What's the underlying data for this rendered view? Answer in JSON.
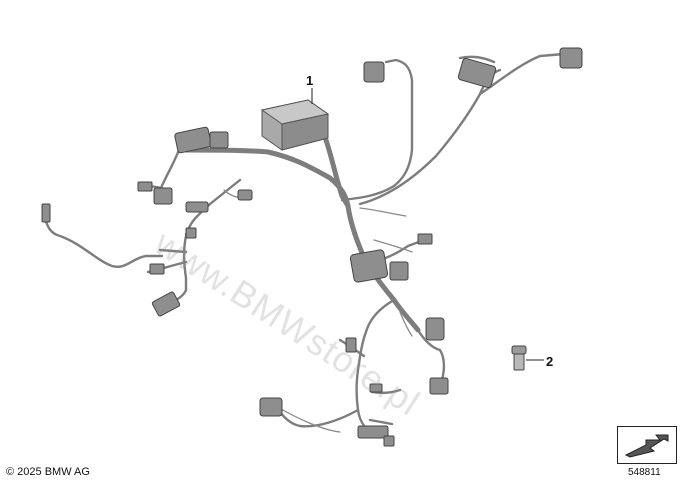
{
  "diagram": {
    "callouts": [
      {
        "label": "1"
      },
      {
        "label": "2"
      }
    ],
    "watermark": "www.BMWstore.pl",
    "copyright": "© 2025 BMW AG",
    "diagram_number": "548811"
  },
  "colors": {
    "wire": "#7a7a7a",
    "part_fill": "#a9a9a9",
    "part_dark": "#6e6e6e",
    "outline": "#444444"
  },
  "icons": [
    "arrow-navigation-icon"
  ]
}
